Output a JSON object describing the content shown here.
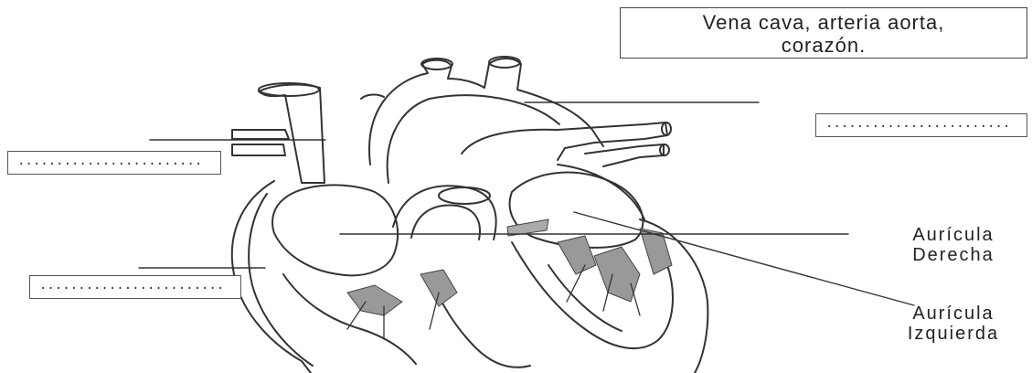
{
  "word_bank": {
    "line1": "Vena cava, arteria aorta,",
    "line2": "corazón."
  },
  "blanks": {
    "top_right": "........................",
    "left_upper": "........................",
    "left_lower": "........................"
  },
  "labels": {
    "auricula_derecha": {
      "line1": "Aurícula",
      "line2": "Derecha"
    },
    "auricula_izquierda": {
      "line1": "Aurícula",
      "line2": "Izquierda"
    }
  }
}
